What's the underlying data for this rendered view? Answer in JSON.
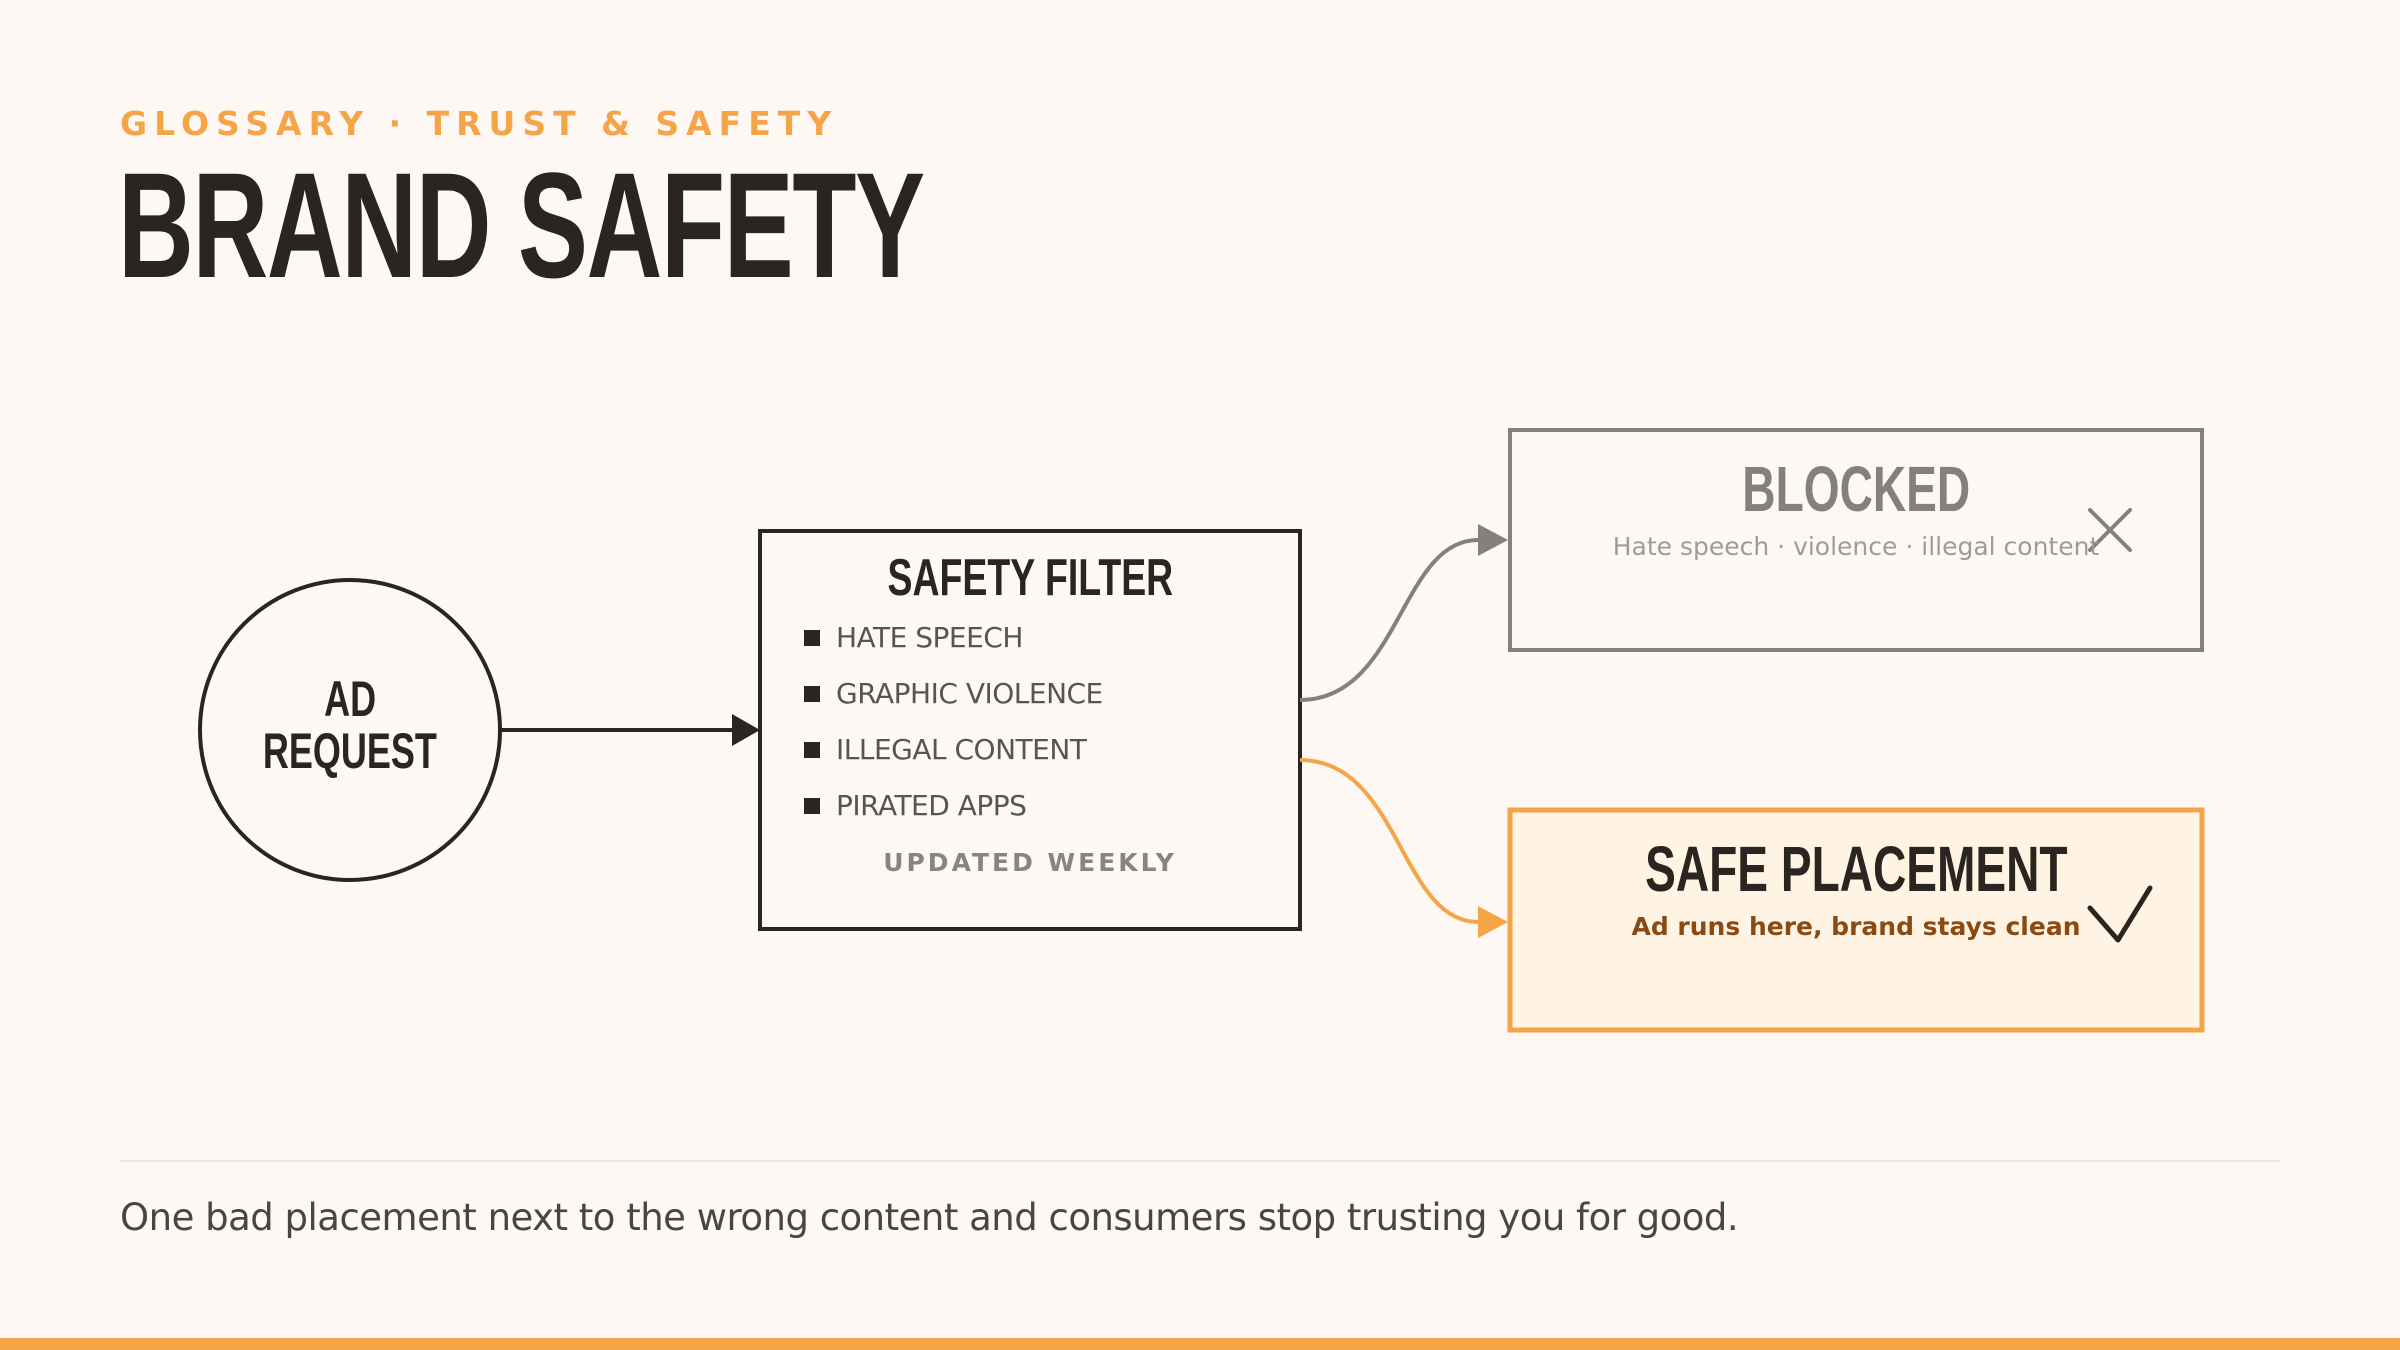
{
  "header": {
    "eyebrow": "GLOSSARY · TRUST & SAFETY",
    "title": "BRAND SAFETY"
  },
  "diagram": {
    "ad_request": {
      "line1": "AD",
      "line2": "REQUEST"
    },
    "safety_filter": {
      "title": "SAFETY FILTER",
      "items": [
        "HATE SPEECH",
        "GRAPHIC VIOLENCE",
        "ILLEGAL CONTENT",
        "PIRATED APPS"
      ],
      "note": "UPDATED WEEKLY"
    },
    "blocked": {
      "title": "BLOCKED",
      "description": "Hate speech · violence · illegal content",
      "icon": "close-icon"
    },
    "safe_placement": {
      "title": "SAFE PLACEMENT",
      "description": "Ad runs here, brand stays clean",
      "icon": "checkmark-icon"
    }
  },
  "footer": {
    "caption": "One bad placement next to the wrong content and consumers stop trusting you for good."
  },
  "colors": {
    "accent": "#f5a548",
    "ink": "#2a2520",
    "muted": "#85807a",
    "safe_fill": "#fff4e4",
    "background": "#fdf8f4"
  }
}
